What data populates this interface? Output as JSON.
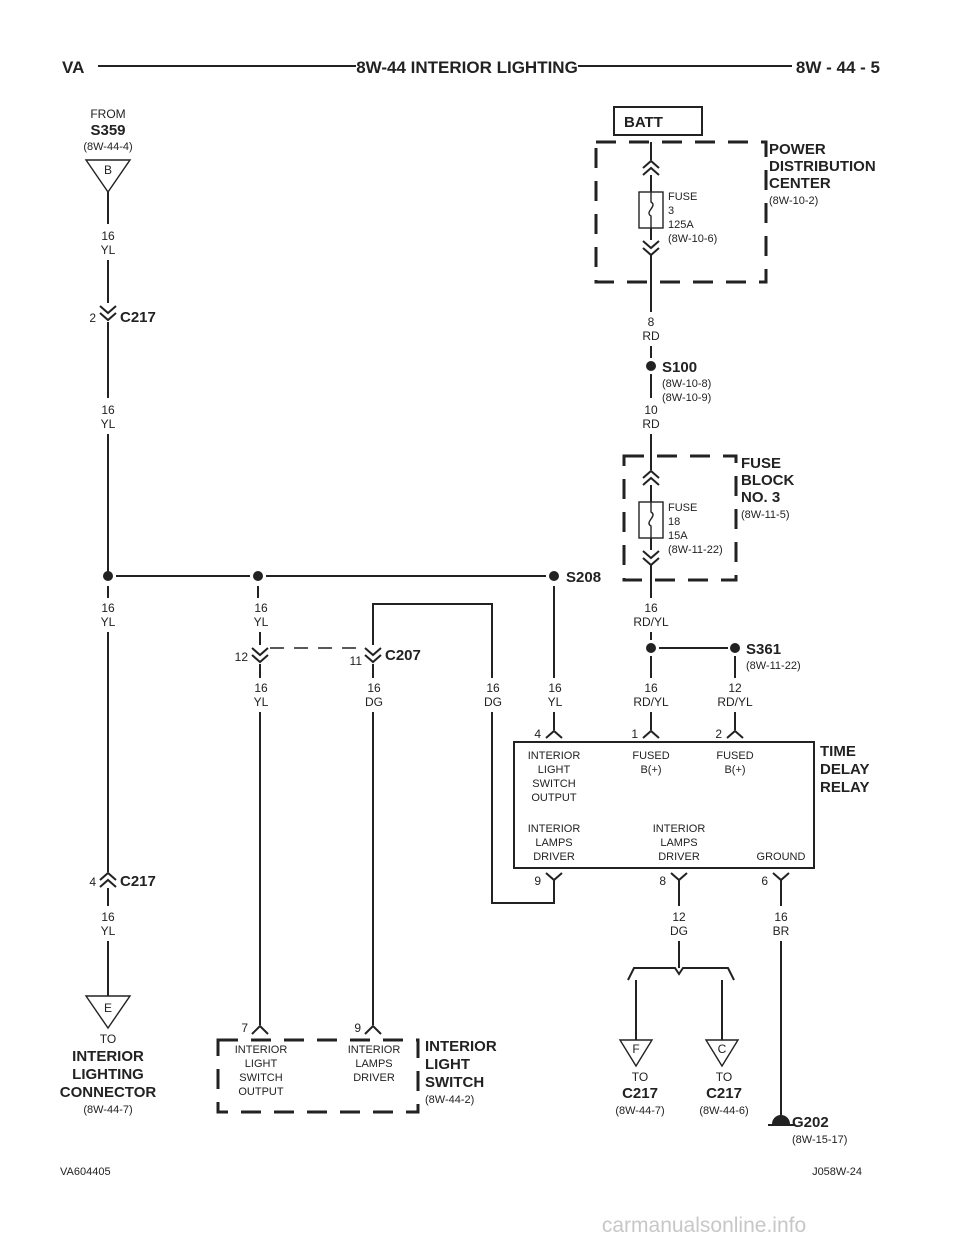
{
  "header": {
    "left": "VA",
    "title": "8W-44 INTERIOR LIGHTING",
    "right": "8W - 44 - 5"
  },
  "from_s359": {
    "from_label": "FROM",
    "splice": "S359",
    "ref": "(8W-44-4)",
    "pin": "B"
  },
  "left_wire": {
    "top_gauge": "16",
    "top_color": "YL",
    "c217_top_pin": "2",
    "c217_top_name": "C217",
    "mid_gauge": "16",
    "mid_color": "YL",
    "low_gauge": "16",
    "low_color": "YL",
    "c217_bot_pin": "4",
    "c217_bot_name": "C217",
    "bot_gauge": "16",
    "bot_color": "YL"
  },
  "to_interior_lighting": {
    "pin": "E",
    "to_label": "TO",
    "name_line1": "INTERIOR",
    "name_line2": "LIGHTING",
    "name_line3": "CONNECTOR",
    "ref": "(8W-44-7)"
  },
  "batt": {
    "label": "BATT"
  },
  "pdc": {
    "line1": "POWER",
    "line2": "DISTRIBUTION",
    "line3": "CENTER",
    "ref": "(8W-10-2)",
    "fuse_label": "FUSE",
    "fuse_num": "3",
    "fuse_amp": "125A",
    "fuse_ref": "(8W-10-6)"
  },
  "batt_wires": {
    "w1_gauge": "8",
    "w1_color": "RD",
    "s100_name": "S100",
    "s100_ref1": "(8W-10-8)",
    "s100_ref2": "(8W-10-9)",
    "w2_gauge": "10",
    "w2_color": "RD"
  },
  "fuse_block": {
    "line1": "FUSE",
    "line2": "BLOCK",
    "line3": "NO. 3",
    "ref": "(8W-11-5)",
    "fuse_label": "FUSE",
    "fuse_num": "18",
    "fuse_amp": "15A",
    "fuse_ref": "(8W-11-22)"
  },
  "splices": {
    "s208": "S208",
    "s361": "S361",
    "s361_ref": "(8W-11-22)"
  },
  "mid_wires": {
    "a_gauge": "16",
    "a_color": "YL",
    "c207_pin_left": "12",
    "c207_pin_right": "11",
    "c207_name": "C207",
    "b_gauge": "16",
    "b_color": "YL",
    "c_gauge": "16",
    "c_color": "DG",
    "d_gauge": "16",
    "d_color": "DG",
    "e_gauge": "16",
    "e_color": "YL",
    "rdyl_gauge": "16",
    "rdyl_color": "RD/YL",
    "f_gauge": "16",
    "f_color": "RD/YL",
    "g_gauge": "12",
    "g_color": "RD/YL"
  },
  "relay": {
    "title1": "TIME",
    "title2": "DELAY",
    "title3": "RELAY",
    "pin4": "4",
    "pin1": "1",
    "pin2": "2",
    "t1_l1": "INTERIOR",
    "t1_l2": "LIGHT",
    "t1_l3": "SWITCH",
    "t1_l4": "OUTPUT",
    "t2_l1": "FUSED",
    "t2_l2": "B(+)",
    "t3_l1": "FUSED",
    "t3_l2": "B(+)",
    "b1_l1": "INTERIOR",
    "b1_l2": "LAMPS",
    "b1_l3": "DRIVER",
    "b2_l1": "INTERIOR",
    "b2_l2": "LAMPS",
    "b2_l3": "DRIVER",
    "b3_l1": "GROUND",
    "pin9": "9",
    "pin8": "8",
    "pin6": "6"
  },
  "relay_out": {
    "dg_gauge": "12",
    "dg_color": "DG",
    "br_gauge": "16",
    "br_color": "BR"
  },
  "to_c217_f": {
    "pin": "F",
    "to_label": "TO",
    "name": "C217",
    "ref": "(8W-44-7)"
  },
  "to_c217_c": {
    "pin": "C",
    "to_label": "TO",
    "name": "C217",
    "ref": "(8W-44-6)"
  },
  "ground": {
    "name": "G202",
    "ref": "(8W-15-17)"
  },
  "switch": {
    "pin7": "7",
    "pin9": "9",
    "t1_l1": "INTERIOR",
    "t1_l2": "LIGHT",
    "t1_l3": "SWITCH",
    "t1_l4": "OUTPUT",
    "t2_l1": "INTERIOR",
    "t2_l2": "LAMPS",
    "t2_l3": "DRIVER",
    "name1": "INTERIOR",
    "name2": "LIGHT",
    "name3": "SWITCH",
    "ref": "(8W-44-2)"
  },
  "footer": {
    "left": "VA604405",
    "right": "J058W-24",
    "watermark": "carmanualsonline.info"
  }
}
